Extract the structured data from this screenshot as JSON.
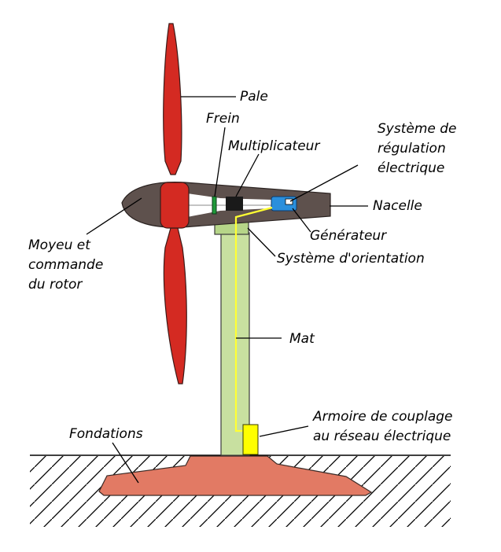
{
  "labels": {
    "pale": "Pale",
    "frein": "Frein",
    "multiplicateur": "Multiplicateur",
    "systeme_regulation": [
      "Système de",
      "régulation",
      "électrique"
    ],
    "nacelle": "Nacelle",
    "generateur": "Générateur",
    "systeme_orientation": "Système d'orientation",
    "moyeu": [
      "Moyeu et",
      "commande",
      "du rotor"
    ],
    "mat": "Mat",
    "armoire": [
      "Armoire de couplage",
      "au réseau électrique"
    ],
    "fondations": "Fondations"
  },
  "colors": {
    "blade": "#d42a22",
    "nacelle": "#5e514d",
    "hub_window": "#ffffff",
    "brake": "#1f9a3a",
    "gearbox": "#1a1a1a",
    "generator": "#2a8fdc",
    "mast": "#c8e0a0",
    "yaw": "#b6d588",
    "cable": "#ffff33",
    "cabinet": "#ffff00",
    "foundation": "#e27a64"
  }
}
